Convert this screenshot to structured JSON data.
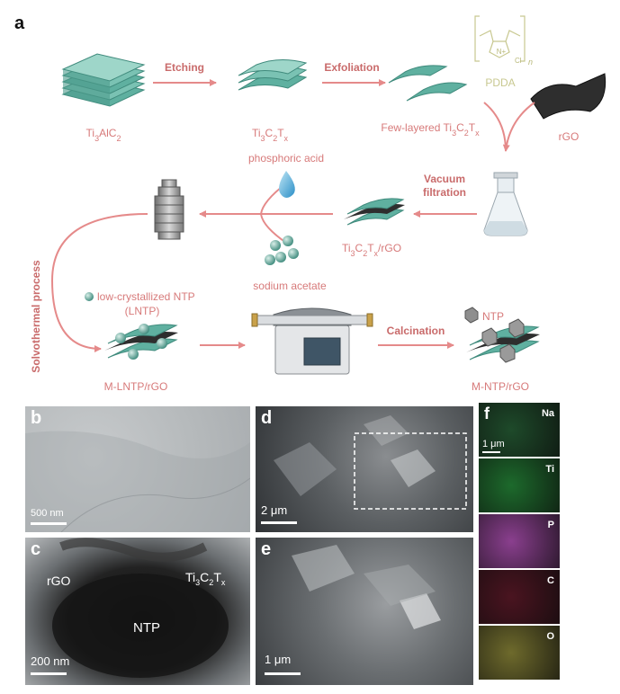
{
  "panel_a": {
    "letter": "a",
    "materials": {
      "ti3alc2": "Ti3AlC2",
      "ti3c2tx": "Ti3C2Tx",
      "few_layered": "Few-layered Ti3C2Tx",
      "pdda": "PDDA",
      "rgo": "rGO",
      "ti3c2tx_rgo": "Ti3C2Tx/rGO",
      "phosphoric_acid": "phosphoric acid",
      "sodium_acetate": "sodium acetate",
      "lntp_legend_1": "low-crystallized NTP",
      "lntp_legend_2": "(LNTP)",
      "m_lntp_rgo": "M-LNTP/rGO",
      "ntp": "NTP",
      "m_ntp_rgo": "M-NTP/rGO",
      "cl": "Cl",
      "n_plus": "N+",
      "n_sub": "n"
    },
    "steps": {
      "etching": "Etching",
      "exfoliation": "Exfoliation",
      "vacuum_1": "Vacuum",
      "vacuum_2": "filtration",
      "solvothermal": "Solvothermal process",
      "calcination": "Calcination"
    }
  },
  "panel_b": {
    "letter": "b",
    "scale": "500 nm"
  },
  "panel_c": {
    "letter": "c",
    "scale": "200 nm",
    "label_rgo": "rGO",
    "label_ti3c2tx": "Ti3C2Tx",
    "label_ntp": "NTP"
  },
  "panel_d": {
    "letter": "d",
    "scale": "2 μm"
  },
  "panel_e": {
    "letter": "e",
    "scale": "1 μm"
  },
  "panel_f": {
    "letter": "f",
    "scale": "1 μm",
    "elements": [
      "Na",
      "Ti",
      "P",
      "C",
      "O"
    ],
    "colors": [
      "#1e4a2a",
      "#1d6a2c",
      "#8a3f8e",
      "#4a1420",
      "#6e6a2c"
    ]
  },
  "colors": {
    "arrow": "#e58a8a",
    "label": "#d77a7a",
    "mxene": "#5fb0a0",
    "pdda": "#c8c890"
  }
}
